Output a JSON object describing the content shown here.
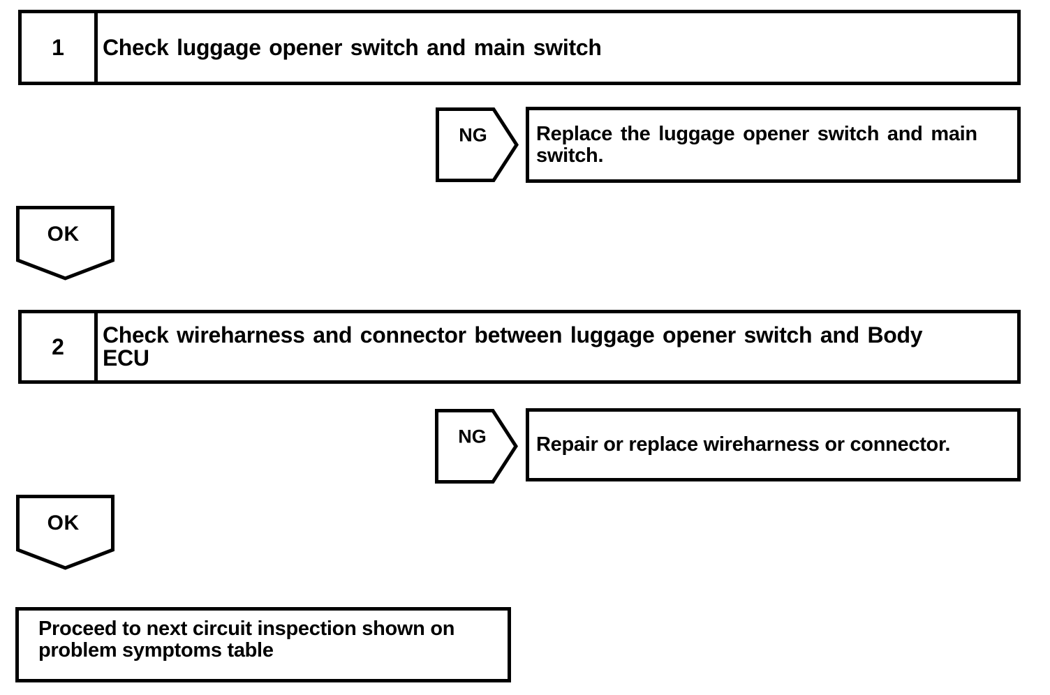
{
  "page": {
    "background_color": "#ffffff",
    "ink_color": "#000000"
  },
  "flowchart": {
    "steps": [
      {
        "number": "1",
        "title": "Check luggage opener switch and main switch",
        "ng_label": "NG",
        "ng_result": "Replace the luggage opener switch and main\nswitch.",
        "ok_label": "OK"
      },
      {
        "number": "2",
        "title": "Check wireharness and connector between luggage opener switch and Body\nECU",
        "ng_label": "NG",
        "ng_result": "Repair or replace wireharness or connector.",
        "ok_label": "OK"
      }
    ],
    "final_action": "Proceed to next circuit inspection shown on\nproblem symptoms table"
  }
}
